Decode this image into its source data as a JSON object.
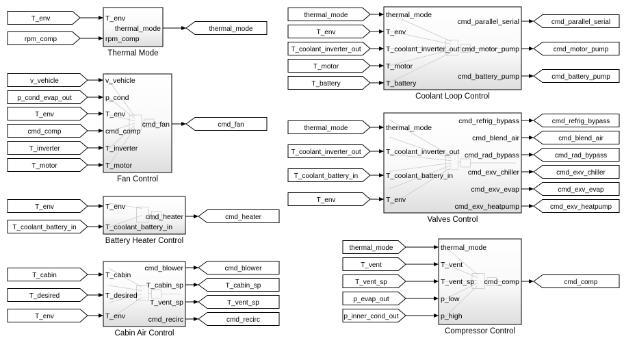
{
  "subsystems": [
    {
      "id": "thermal_mode",
      "title": "Thermal Mode",
      "inports": [
        "T_env",
        "rpm_comp"
      ],
      "outports": [
        "thermal_mode"
      ],
      "sources": [
        "T_env",
        "rpm_comp"
      ],
      "sinks": [
        "thermal_mode"
      ]
    },
    {
      "id": "fan_control",
      "title": "Fan Control",
      "inports": [
        "v_vehicle",
        "p_cond",
        "T_env",
        "cmd_comp",
        "T_inverter",
        "T_motor"
      ],
      "outports": [
        "cmd_fan"
      ],
      "sources": [
        "v_vehicle",
        "p_cond_evap_out",
        "T_env",
        "cmd_comp",
        "T_inverter",
        "T_motor"
      ],
      "sinks": [
        "cmd_fan"
      ]
    },
    {
      "id": "battery_heater_control",
      "title": "Battery Heater Control",
      "inports": [
        "T_env",
        "T_coolant_battery_in"
      ],
      "outports": [
        "cmd_heater"
      ],
      "sources": [
        "T_env",
        "T_coolant_battery_in"
      ],
      "sinks": [
        "cmd_heater"
      ]
    },
    {
      "id": "cabin_air_control",
      "title": "Cabin Air Control",
      "inports": [
        "T_cabin",
        "T_desired",
        "T_env"
      ],
      "outports": [
        "cmd_blower",
        "T_cabin_sp",
        "T_vent_sp",
        "cmd_recirc"
      ],
      "sources": [
        "T_cabin",
        "T_desired",
        "T_env"
      ],
      "sinks": [
        "cmd_blower",
        "T_cabin_sp",
        "T_vent_sp",
        "cmd_recirc"
      ]
    },
    {
      "id": "coolant_loop_control",
      "title": "Coolant Loop Control",
      "inports": [
        "thermal_mode",
        "T_env",
        "T_coolant_inverter_out",
        "T_motor",
        "T_battery"
      ],
      "outports": [
        "cmd_parallel_serial",
        "cmd_motor_pump",
        "cmd_battery_pump"
      ],
      "sources": [
        "thermal_mode",
        "T_env",
        "T_coolant_inverter_out",
        "T_motor",
        "T_battery"
      ],
      "sinks": [
        "cmd_parallel_serial",
        "cmd_motor_pump",
        "cmd_battery_pump"
      ]
    },
    {
      "id": "valves_control",
      "title": "Valves Control",
      "inports": [
        "thermal_mode",
        "T_coolant_inverter_out",
        "T_coolant_battery_in",
        "T_env"
      ],
      "outports": [
        "cmd_refrig_bypass",
        "cmd_blend_air",
        "cmd_rad_bypass",
        "cmd_exv_chiller",
        "cmd_exv_evap",
        "cmd_exv_heatpump"
      ],
      "sources": [
        "thermal_mode",
        "T_coolant_inverter_out",
        "T_coolant_battery_in",
        "T_env"
      ],
      "sinks": [
        "cmd_refrig_bypass",
        "cmd_blend_air",
        "cmd_rad_bypass",
        "cmd_exv_chiller",
        "cmd_exv_evap",
        "cmd_exv_heatpump"
      ]
    },
    {
      "id": "compressor_control",
      "title": "Compressor Control",
      "inports": [
        "thermal_mode",
        "T_vent",
        "T_vent_sp",
        "p_low",
        "p_high"
      ],
      "outports": [
        "cmd_comp"
      ],
      "sources": [
        "thermal_mode",
        "T_vent",
        "T_vent_sp",
        "p_evap_out",
        "p_inner_cond_out"
      ],
      "sinks": [
        "cmd_comp"
      ]
    }
  ]
}
